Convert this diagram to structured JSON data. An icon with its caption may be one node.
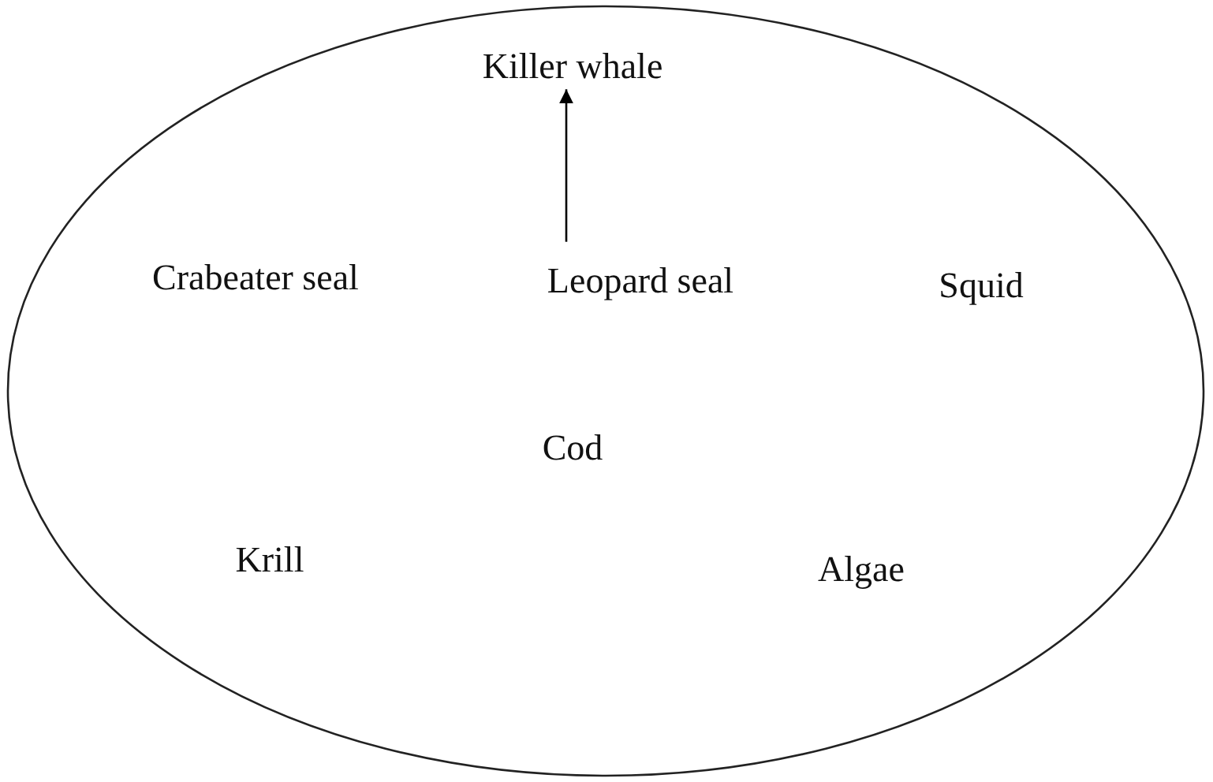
{
  "diagram": {
    "nodes": [
      {
        "text": [],
        "shape": "ellipse"
      },
      {
        "text": [
          "Killer whale"
        ],
        "in": 0
      },
      {
        "text": [
          "Crabeater seal"
        ],
        "in": 0
      },
      {
        "text": [
          "Leopard seal"
        ],
        "in": 0
      },
      {
        "text": [
          "Squid"
        ],
        "in": 0
      },
      {
        "text": [
          "Cod"
        ],
        "in": 0
      },
      {
        "text": [
          "Krill"
        ],
        "in": 0
      },
      {
        "text": [
          "Algae"
        ],
        "in": 0
      }
    ],
    "edges": [
      {
        "from": 3,
        "to": 1,
        "arrow": "to"
      }
    ]
  }
}
